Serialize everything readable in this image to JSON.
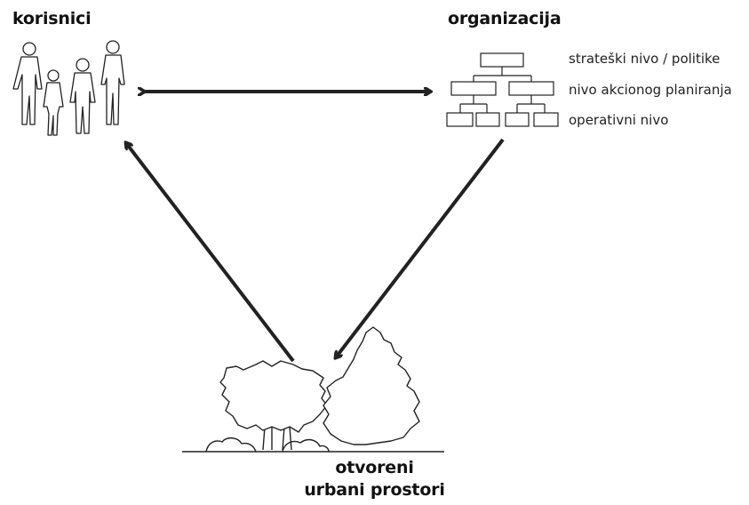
{
  "nodes": {
    "users": "korisnici",
    "organization": "organizacija",
    "space_line1": "otvoreni",
    "space_line2": "urbani prostori"
  },
  "levels": [
    "strateški nivo / politike",
    "nivo akcionog planiranja",
    "operativni nivo"
  ],
  "icons": {
    "users": "people-silhouettes-icon",
    "organization": "org-chart-icon",
    "space": "trees-icon"
  },
  "colors": {
    "stroke": "#222222",
    "background": "#ffffff"
  }
}
